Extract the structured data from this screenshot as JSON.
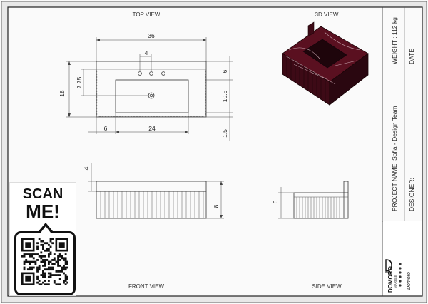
{
  "views": {
    "top": "TOP VIEW",
    "iso": "3D VIEW",
    "front": "FRONT VIEW",
    "side": "SIDE VIEW"
  },
  "dimensions": {
    "top_width": "36",
    "tap_spacing": "4",
    "depth": "18",
    "drain_offset": "7.75",
    "rim_depth": "6",
    "bowl_depth": "10.5",
    "left_offset": "6",
    "bowl_width": "24",
    "front_lip": "1.5",
    "front_top": "4",
    "front_height": "8",
    "side_height": "6"
  },
  "title_block": {
    "weight": "WEIGHT : 112 kg",
    "date": "DATE :",
    "project": "PROJECT NAME: Sofia - Design Team",
    "designer": "DESIGNER:"
  },
  "qr": {
    "line1": "SCAN",
    "line2": "ME!"
  },
  "logo": {
    "brand": "DOMORO",
    "sub": "MARBLE",
    "signature": "Domoro"
  },
  "colors": {
    "marble": "#5a1020",
    "marble_dark": "#2a0710",
    "vein": "#c9a6b0"
  }
}
